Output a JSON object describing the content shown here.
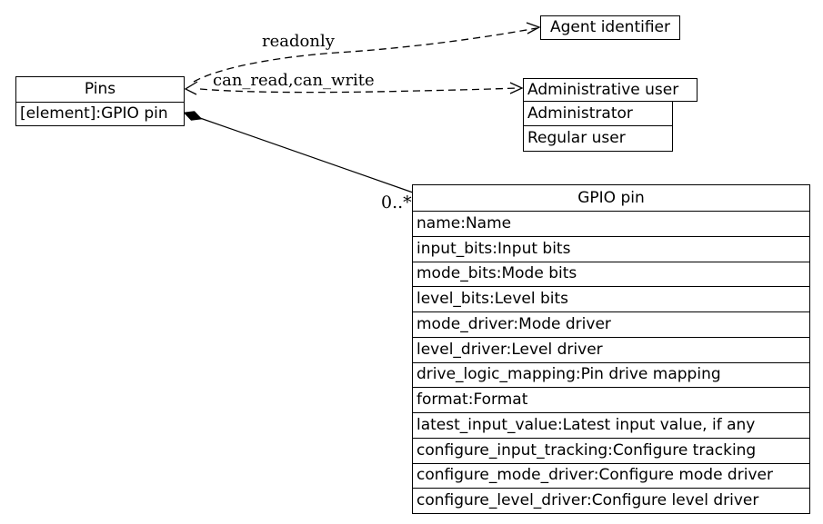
{
  "pins": {
    "title": "Pins",
    "rows": [
      "[element]:GPIO pin"
    ]
  },
  "agent": {
    "title": "Agent identifier"
  },
  "admin": {
    "title": "Administrative user",
    "rows": [
      "Administrator",
      "Regular user"
    ]
  },
  "gpio": {
    "title": "GPIO pin",
    "rows": [
      "name:Name",
      "input_bits:Input bits",
      "mode_bits:Mode bits",
      "level_bits:Level bits",
      "mode_driver:Mode driver",
      "level_driver:Level driver",
      "drive_logic_mapping:Pin drive mapping",
      "format:Format",
      "latest_input_value:Latest input value, if any",
      "configure_input_tracking:Configure tracking",
      "configure_mode_driver:Configure mode driver",
      "configure_level_driver:Configure level driver"
    ]
  },
  "edges": {
    "readonly_label": "readonly",
    "can_label": "can_read,can_write",
    "multiplicity": "0..*"
  },
  "colors": {
    "stroke": "#000000",
    "background": "#ffffff"
  }
}
